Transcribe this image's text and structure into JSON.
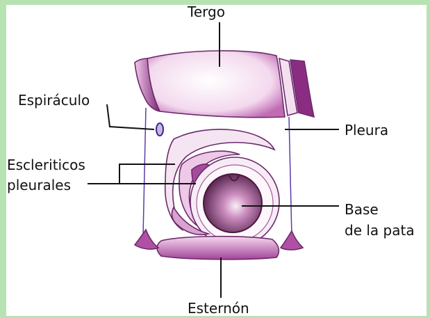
{
  "labels": {
    "tergo": "Tergo",
    "espiraculo": "Espiráculo",
    "pleura": "Pleura",
    "escleriticos_line1": "Escleriticos",
    "escleriticos_line2": "pleurales",
    "base_line1": "Base",
    "base_line2": "de la pata",
    "esternon": "Esternón"
  },
  "colors": {
    "frame": "#b7e3b3",
    "sclerite_fill": "#e9bde2",
    "sclerite_dark": "#8c2f86",
    "outline": "#6b2a6b",
    "coxa": "#6e2a5e",
    "line": "#5a3ca8"
  }
}
